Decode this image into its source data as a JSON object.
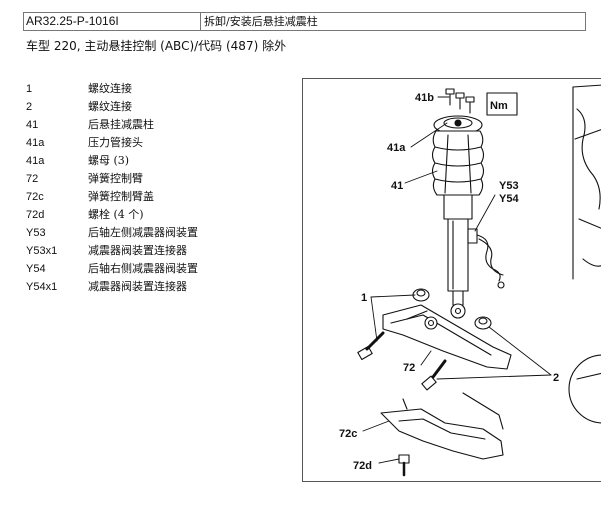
{
  "header": {
    "code": "AR32.25-P-1016I",
    "title": "拆卸/安装后悬挂减震柱"
  },
  "model_line": "车型 220, 主动悬挂控制 (ABC)/代码 (487) 除外",
  "parts": [
    {
      "num": "1",
      "desc": "螺纹连接"
    },
    {
      "num": "2",
      "desc": "螺纹连接"
    },
    {
      "num": "41",
      "desc": "后悬挂减震柱"
    },
    {
      "num": "41a",
      "desc": "压力管接头"
    },
    {
      "num": "41a",
      "desc": "螺母 (3)"
    },
    {
      "num": "72",
      "desc": "弹簧控制臂"
    },
    {
      "num": "72c",
      "desc": "弹簧控制臂盖"
    },
    {
      "num": "72d",
      "desc": "螺栓 (4 个)"
    },
    {
      "num": "Y53",
      "desc": "后轴左侧减震器阀装置"
    },
    {
      "num": "Y53x1",
      "desc": "减震器阀装置连接器"
    },
    {
      "num": "Y54",
      "desc": "后轴右侧减震器阀装置"
    },
    {
      "num": "Y54x1",
      "desc": "减震器阀装置连接器"
    }
  ],
  "figure": {
    "callouts": {
      "c41b": "41b",
      "c41a": "41a",
      "c41": "41",
      "cY53": "Y53",
      "cY54": "Y54",
      "c1": "1",
      "c72": "72",
      "c2": "2",
      "c72c": "72c",
      "c72d": "72d",
      "nm": "Nm"
    }
  }
}
